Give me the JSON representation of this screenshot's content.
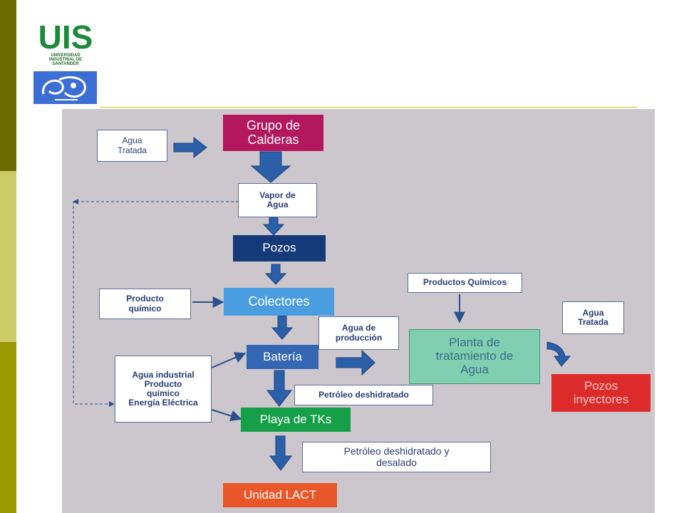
{
  "logos": {
    "uis_text": "UIS",
    "uis_caption_line1": "UNIVERSIDAD",
    "uis_caption_line2": "INDUSTRIAL DE",
    "uis_caption_line3": "SANTANDER"
  },
  "diagram": {
    "nodes": {
      "agua_tratada_1": "Agua\nTratada",
      "grupo_calderas": "Grupo de\nCalderas",
      "vapor_agua": "Vapor de\nAgua",
      "pozos": "Pozos",
      "producto_quimico": "Producto\nquímico",
      "colectores": "Colectores",
      "agua_produccion": "Agua de\nproducción",
      "productos_quimicos": "Productos Químicos",
      "planta_tratamiento": "Planta de\ntratamiento de\nAgua",
      "agua_tratada_2": "Agua\nTratada",
      "pozos_inyectores": "Pozos\ninyectores",
      "bateria": "Batería",
      "insumos": "Agua industrial\nProducto\nquímico\nEnergía Eléctrica",
      "petroleo_deshidratado": "Petróleo deshidratado",
      "playa_tks": "Playa de TKs",
      "petroleo_desalado": "Petróleo deshidratado y\ndesalado",
      "unidad_lact": "Unidad LACT"
    },
    "colors": {
      "calderas": "#b3175d",
      "pozos": "#143a7a",
      "colectores": "#4a9ee0",
      "bateria": "#3466b4",
      "playa": "#15a047",
      "lact": "#e8562a",
      "planta": "#7fcfb0",
      "inyectores": "#dd2b2b",
      "arrow": "#2b5fa8",
      "panel": "#ccc7cc"
    }
  }
}
